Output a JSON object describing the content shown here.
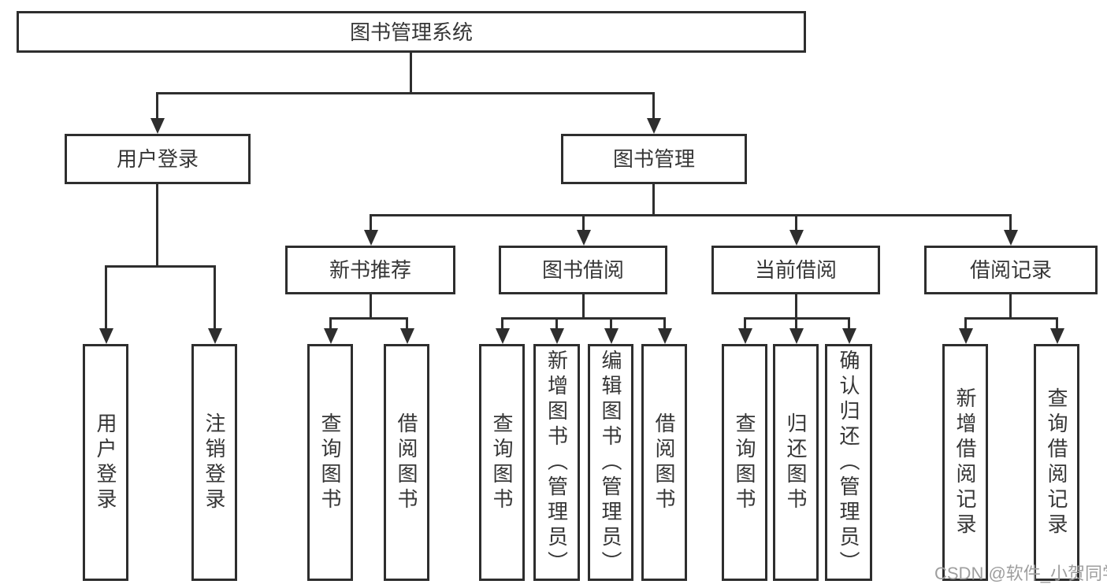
{
  "colors": {
    "line": "#2e2e2e",
    "text": "#363636",
    "watermark": "#9e9e9e",
    "background": "#ffffff"
  },
  "watermark": "CSDN @软件_小贺同学",
  "diagram": {
    "root": {
      "label": "图书管理系统"
    },
    "user_login": {
      "label": "用户登录",
      "children": [
        {
          "label": "用户登录"
        },
        {
          "label": "注销登录"
        }
      ]
    },
    "book_mgmt": {
      "label": "图书管理",
      "children": [
        {
          "label": "新书推荐",
          "children": [
            {
              "label": "查询图书"
            },
            {
              "label": "借阅图书"
            }
          ]
        },
        {
          "label": "图书借阅",
          "children": [
            {
              "label": "查询图书"
            },
            {
              "label": "新增图书（管理员）"
            },
            {
              "label": "编辑图书（管理员）"
            },
            {
              "label": "借阅图书"
            }
          ]
        },
        {
          "label": "当前借阅",
          "children": [
            {
              "label": "查询图书"
            },
            {
              "label": "归还图书"
            },
            {
              "label": "确认归还（管理员）"
            }
          ]
        },
        {
          "label": "借阅记录",
          "children": [
            {
              "label": "新增借阅记录"
            },
            {
              "label": "查询借阅记录"
            }
          ]
        }
      ]
    }
  }
}
